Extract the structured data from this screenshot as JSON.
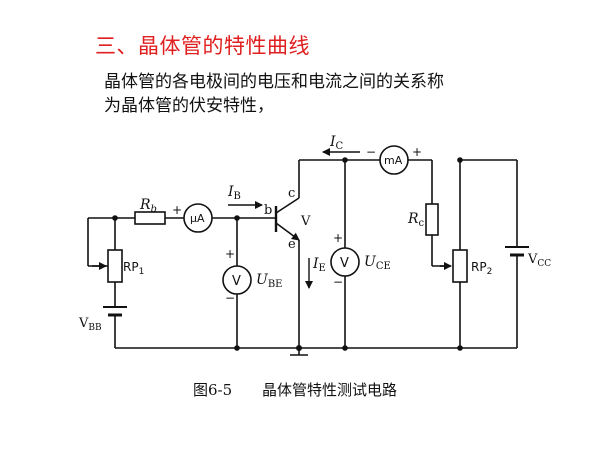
{
  "title": "三、晶体管的特性曲线",
  "description": {
    "line1": "晶体管的各电极间的电压和电流之间的关系称",
    "line2": "为晶体管的伏安特性，"
  },
  "diagram": {
    "caption_fig": "图6-5",
    "caption_text": "晶体管特性测试电路",
    "labels": {
      "rb_main": "R",
      "rb_sub": "b",
      "ib_main": "I",
      "ib_sub": "B",
      "ua_meter": "μA",
      "ic_main": "I",
      "ic_sub": "C",
      "ma_meter": "mA",
      "rc_main": "R",
      "rc_sub": "c",
      "rp1_main": "RP",
      "rp1_sub": "1",
      "rp2_main": "RP",
      "rp2_sub": "2",
      "vbb_main": "V",
      "vbb_sub": "BB",
      "vcc_main": "V",
      "vcc_sub": "CC",
      "ube_main": "U",
      "ube_sub": "BE",
      "uce_main": "U",
      "uce_sub": "CE",
      "ie_main": "I",
      "ie_sub": "E",
      "node_b": "b",
      "node_c": "c",
      "node_e": "e",
      "transistor": "V",
      "volt_meter": "V",
      "plus": "+",
      "minus": "−"
    }
  },
  "colors": {
    "title": "#e02020",
    "line": "#111111"
  }
}
